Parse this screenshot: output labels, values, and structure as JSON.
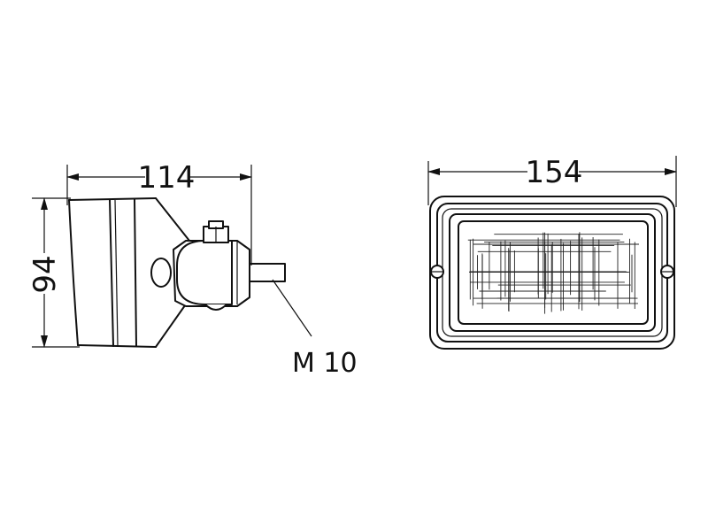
{
  "dimensions": {
    "side_width": "114",
    "side_height": "94",
    "front_width": "154"
  },
  "callouts": {
    "thread": "M 10"
  },
  "colors": {
    "line": "#111111",
    "background": "#ffffff"
  }
}
